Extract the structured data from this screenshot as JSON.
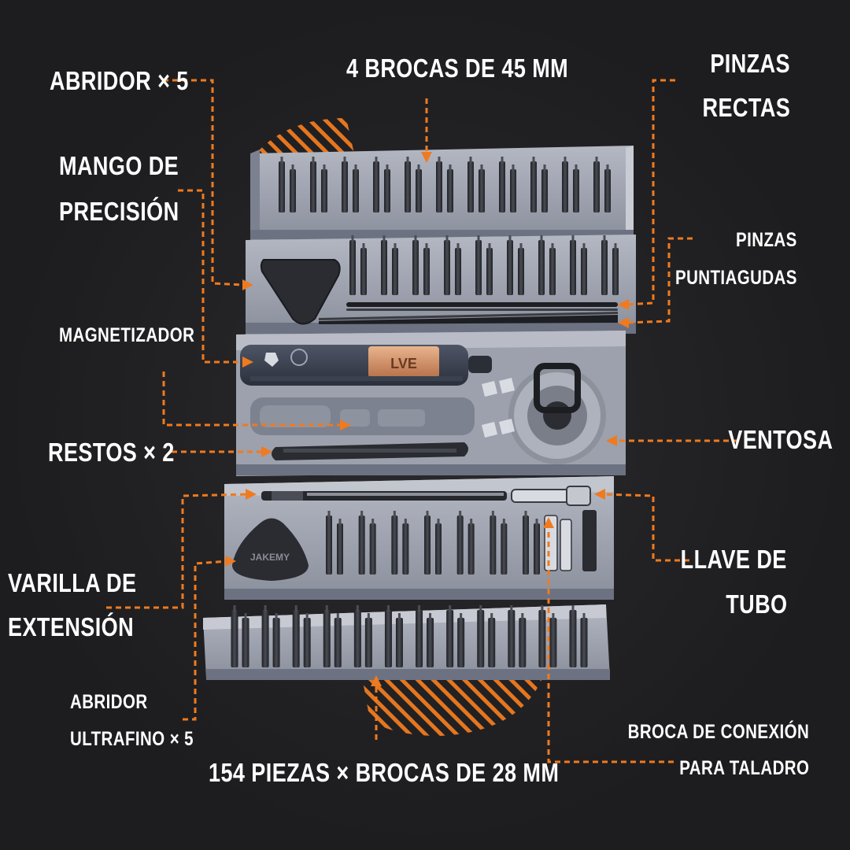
{
  "colors": {
    "background": "#202022",
    "accent": "#f07a1e",
    "tray": "#9ea3b0",
    "tray_dark": "#6d7282",
    "bit": "#2f3136",
    "text": "#ffffff"
  },
  "labels": {
    "abridor": "ABRIDOR × 5",
    "brocas45": "4 BROCAS DE 45 MM",
    "pinzas_rectas_1": "PINZAS",
    "pinzas_rectas_2": "RECTAS",
    "mango_1": "MANGO DE",
    "mango_2": "PRECISIÓN",
    "pinzas_punt_1": "PINZAS",
    "pinzas_punt_2": "PUNTIAGUDAS",
    "magnetizador": "MAGNETIZADOR",
    "ventosa": "VENTOSA",
    "restos": "RESTOS × 2",
    "varilla_1": "VARILLA DE",
    "varilla_2": "EXTENSIÓN",
    "llave_1": "LLAVE DE",
    "llave_2": "TUBO",
    "ultrafino_1": "ABRIDOR",
    "ultrafino_2": "ULTRAFINO × 5",
    "conexion_1": "BROCA DE CONEXIÓN",
    "conexion_2": "PARA TALADRO",
    "brocas28": "154 PIEZAS × BROCAS DE 28 MM"
  },
  "product": {
    "handle_badge": "LVE",
    "pick_brand": "JAKEMY"
  }
}
